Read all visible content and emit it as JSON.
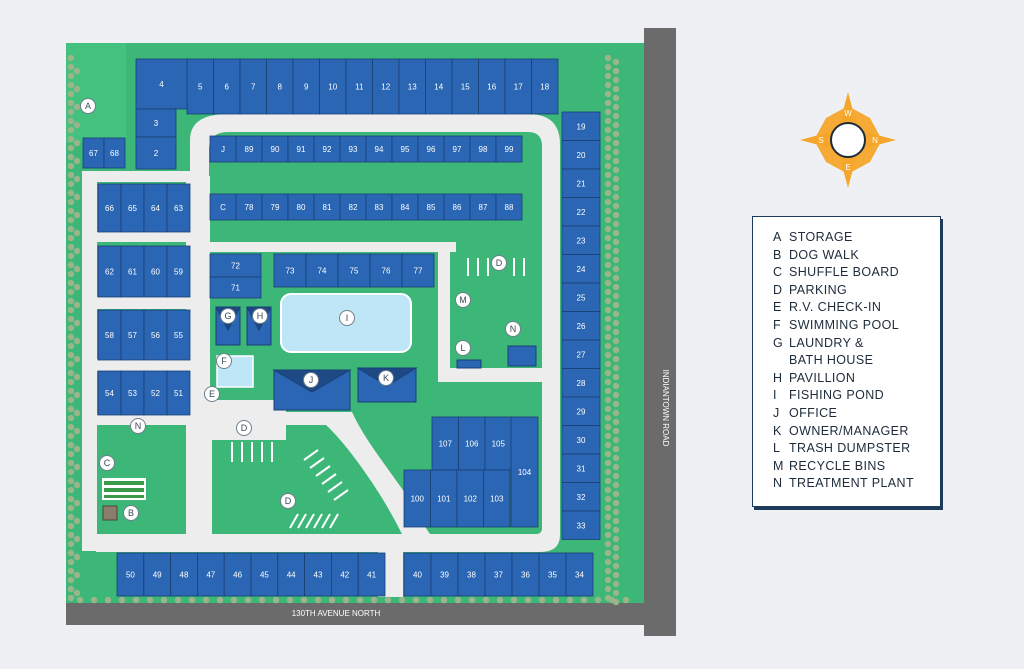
{
  "map": {
    "roads": {
      "vertical": "INDIANTOWN ROAD",
      "horizontal": "130TH AVENUE NORTH"
    },
    "compass": {
      "top": "W",
      "right": "N",
      "bottom": "E",
      "left": "S"
    },
    "lots": {
      "top_row": [
        "5",
        "6",
        "7",
        "8",
        "9",
        "10",
        "11",
        "12",
        "13",
        "14",
        "15",
        "16",
        "17",
        "18"
      ],
      "corner_nw": [
        "4",
        "3",
        "2"
      ],
      "small_pair": [
        "67",
        "68"
      ],
      "east_column": [
        "19",
        "20",
        "21",
        "22",
        "23",
        "24",
        "25",
        "26",
        "27",
        "28",
        "29",
        "30",
        "31",
        "32",
        "33"
      ],
      "block_j_row": [
        "J",
        "89",
        "90",
        "91",
        "92",
        "93",
        "94",
        "95",
        "96",
        "97",
        "98",
        "99"
      ],
      "block_c_row": [
        "C",
        "78",
        "79",
        "80",
        "81",
        "82",
        "83",
        "84",
        "85",
        "86",
        "87",
        "88"
      ],
      "west_block_1": [
        "66",
        "65",
        "64",
        "63"
      ],
      "west_block_2": [
        "62",
        "61",
        "60",
        "59"
      ],
      "west_block_3": [
        "58",
        "57",
        "56",
        "55"
      ],
      "west_block_4": [
        "54",
        "53",
        "52",
        "51"
      ],
      "pool_row": [
        "73",
        "74",
        "75",
        "76",
        "77"
      ],
      "pool_pair": [
        "72",
        "71"
      ],
      "south_block_top": [
        "107",
        "106",
        "105"
      ],
      "south_block_bottom": [
        "100",
        "101",
        "102",
        "103"
      ],
      "south_block_side": "104",
      "bottom_west": [
        "50",
        "49",
        "48",
        "47",
        "46",
        "45",
        "44",
        "43",
        "42",
        "41"
      ],
      "bottom_east": [
        "40",
        "39",
        "38",
        "37",
        "36",
        "35",
        "34"
      ]
    },
    "markers": [
      "A",
      "B",
      "C",
      "D",
      "E",
      "F",
      "G",
      "H",
      "I",
      "J",
      "K",
      "L",
      "M",
      "N"
    ]
  },
  "legend": {
    "items": [
      {
        "letter": "A",
        "label": "STORAGE"
      },
      {
        "letter": "B",
        "label": "DOG WALK"
      },
      {
        "letter": "C",
        "label": "SHUFFLE BOARD"
      },
      {
        "letter": "D",
        "label": "PARKING"
      },
      {
        "letter": "E",
        "label": "R.V. CHECK-IN"
      },
      {
        "letter": "F",
        "label": "SWIMMING POOL"
      },
      {
        "letter": "G",
        "label": "LAUNDRY &\nBATH HOUSE"
      },
      {
        "letter": "H",
        "label": "PAVILLION"
      },
      {
        "letter": "I",
        "label": "FISHING POND"
      },
      {
        "letter": "J",
        "label": "OFFICE"
      },
      {
        "letter": "K",
        "label": "OWNER/MANAGER"
      },
      {
        "letter": "L",
        "label": "TRASH DUMPSTER"
      },
      {
        "letter": "M",
        "label": "RECYCLE BINS"
      },
      {
        "letter": "N",
        "label": "TREATMENT PLANT"
      }
    ]
  },
  "colors": {
    "grass": "#3cb778",
    "lot": "#2a66b3",
    "road": "#ededee",
    "outer_road": "#6b6b6b",
    "tree": "#9bb58a",
    "pool": "#bfe6f7",
    "compass": "#f4a52b",
    "legend_border": "#1f3b5c"
  }
}
